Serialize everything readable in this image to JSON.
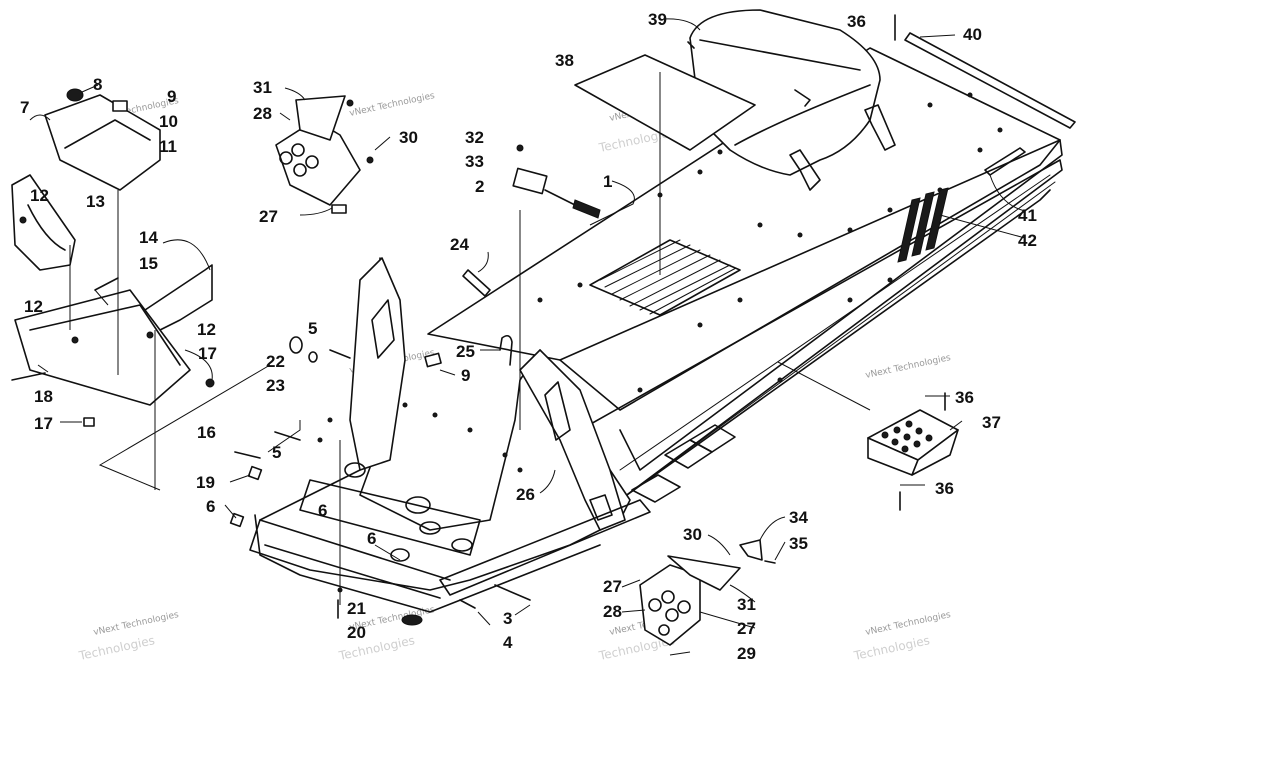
{
  "watermark": {
    "line1": "vNext Technologies",
    "line2": "Technologies",
    "color": "#9a9a9a"
  },
  "ink_color": "#111111",
  "callouts": [
    {
      "id": "c1",
      "text": "1"
    },
    {
      "id": "c2",
      "text": "2"
    },
    {
      "id": "c3",
      "text": "3"
    },
    {
      "id": "c4",
      "text": "4"
    },
    {
      "id": "c5a",
      "text": "5"
    },
    {
      "id": "c5b",
      "text": "5"
    },
    {
      "id": "c6a",
      "text": "6"
    },
    {
      "id": "c6b",
      "text": "6"
    },
    {
      "id": "c6c",
      "text": "6"
    },
    {
      "id": "c7",
      "text": "7"
    },
    {
      "id": "c8",
      "text": "8"
    },
    {
      "id": "c9a",
      "text": "9"
    },
    {
      "id": "c9b",
      "text": "9"
    },
    {
      "id": "c10",
      "text": "10"
    },
    {
      "id": "c11",
      "text": "11"
    },
    {
      "id": "c12a",
      "text": "12"
    },
    {
      "id": "c12b",
      "text": "12"
    },
    {
      "id": "c12c",
      "text": "12"
    },
    {
      "id": "c13",
      "text": "13"
    },
    {
      "id": "c14",
      "text": "14"
    },
    {
      "id": "c15",
      "text": "15"
    },
    {
      "id": "c16",
      "text": "16"
    },
    {
      "id": "c17a",
      "text": "17"
    },
    {
      "id": "c17b",
      "text": "17"
    },
    {
      "id": "c18",
      "text": "18"
    },
    {
      "id": "c19",
      "text": "19"
    },
    {
      "id": "c20",
      "text": "20"
    },
    {
      "id": "c21",
      "text": "21"
    },
    {
      "id": "c22",
      "text": "22"
    },
    {
      "id": "c23",
      "text": "23"
    },
    {
      "id": "c24",
      "text": "24"
    },
    {
      "id": "c25",
      "text": "25"
    },
    {
      "id": "c26",
      "text": "26"
    },
    {
      "id": "c27a",
      "text": "27"
    },
    {
      "id": "c27b",
      "text": "27"
    },
    {
      "id": "c27c",
      "text": "27"
    },
    {
      "id": "c28a",
      "text": "28"
    },
    {
      "id": "c28b",
      "text": "28"
    },
    {
      "id": "c29",
      "text": "29"
    },
    {
      "id": "c30a",
      "text": "30"
    },
    {
      "id": "c30b",
      "text": "30"
    },
    {
      "id": "c31a",
      "text": "31"
    },
    {
      "id": "c31b",
      "text": "31"
    },
    {
      "id": "c32",
      "text": "32"
    },
    {
      "id": "c33",
      "text": "33"
    },
    {
      "id": "c34",
      "text": "34"
    },
    {
      "id": "c35",
      "text": "35"
    },
    {
      "id": "c36a",
      "text": "36"
    },
    {
      "id": "c36b",
      "text": "36"
    },
    {
      "id": "c36c",
      "text": "36"
    },
    {
      "id": "c37",
      "text": "37"
    },
    {
      "id": "c38",
      "text": "38"
    },
    {
      "id": "c39",
      "text": "39"
    },
    {
      "id": "c40",
      "text": "40"
    },
    {
      "id": "c41",
      "text": "41"
    },
    {
      "id": "c42",
      "text": "42"
    }
  ]
}
